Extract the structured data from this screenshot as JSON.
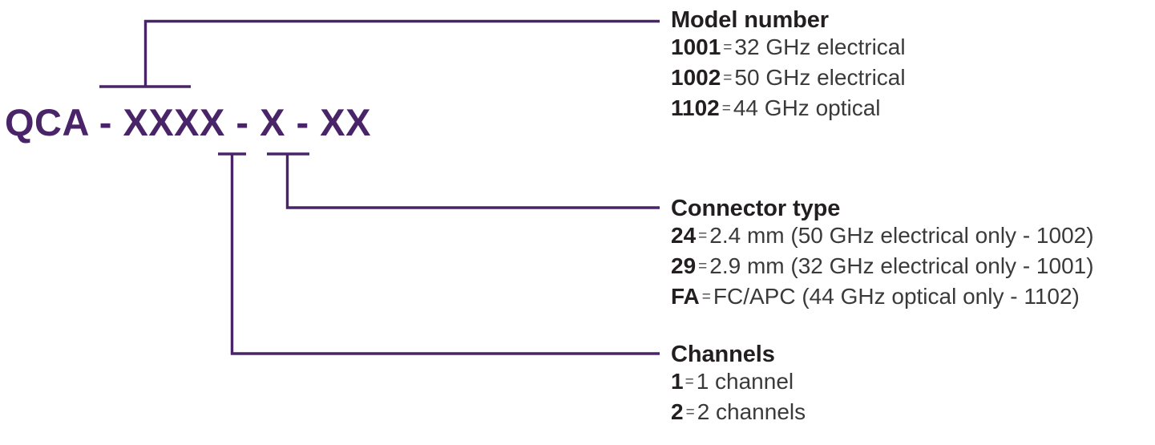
{
  "accent_color": "#4a2468",
  "text_color": "#231f20",
  "part_number": {
    "label": "QCA - XXXX - X - XX"
  },
  "callouts": [
    {
      "key": "model",
      "title": "Model number",
      "options": [
        {
          "code": "1001",
          "eq": "=",
          "desc": "32 GHz electrical"
        },
        {
          "code": "1002",
          "eq": "=",
          "desc": "50 GHz electrical"
        },
        {
          "code": "1102",
          "eq": "=",
          "desc": "44 GHz optical"
        }
      ]
    },
    {
      "key": "connector",
      "title": "Connector type",
      "options": [
        {
          "code": "24",
          "eq": "=",
          "desc": "2.4 mm (50 GHz electrical only - 1002)"
        },
        {
          "code": "29",
          "eq": "=",
          "desc": "2.9 mm (32 GHz electrical only - 1001)"
        },
        {
          "code": "FA",
          "eq": "=",
          "desc": "FC/APC (44 GHz optical only - 1102)"
        }
      ]
    },
    {
      "key": "channels",
      "title": "Channels",
      "options": [
        {
          "code": "1",
          "eq": "=",
          "desc": "1 channel"
        },
        {
          "code": "2",
          "eq": "=",
          "desc": "2 channels"
        }
      ]
    }
  ]
}
